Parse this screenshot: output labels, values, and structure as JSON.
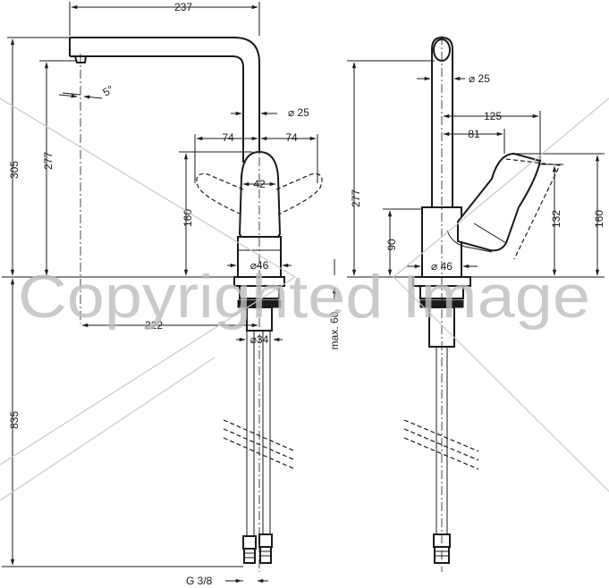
{
  "front_view": {
    "spout_reach": "237",
    "total_height": "305",
    "aerator_height": "277",
    "spout_angle": "5°",
    "spout_diameter": "⌀ 25",
    "lever_swing_left": "74",
    "lever_swing_right": "74",
    "handle_width": "42",
    "handle_height": "160",
    "base_diameter": "⌀46",
    "outlet_offset": "222",
    "shank_diameter": "⌀34",
    "hose_length": "835",
    "max_thickness": "max. 60",
    "connection_thread": "G 3/8"
  },
  "side_view": {
    "spout_diameter": "⌀ 25",
    "aerator_height": "277",
    "lever_reach": "125",
    "lever_offset": "81",
    "handle_height": "160",
    "lever_height": "132",
    "lever_base_height": "90",
    "base_diameter": "⌀ 46"
  },
  "watermark": {
    "text": "Copyrighted Image"
  }
}
